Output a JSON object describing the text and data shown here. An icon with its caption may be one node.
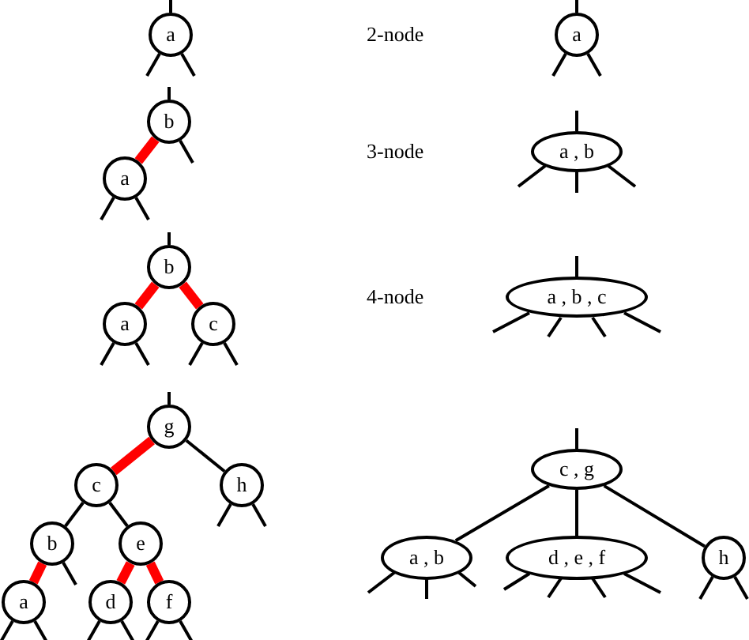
{
  "diagram": {
    "nodes": [
      {
        "text": [
          "a"
        ]
      },
      {
        "text": [
          "b"
        ]
      },
      {
        "text": [
          "a"
        ]
      },
      {
        "text": [
          "b"
        ]
      },
      {
        "text": [
          "a"
        ]
      },
      {
        "text": [
          "c"
        ]
      },
      {
        "text": [
          "g"
        ]
      },
      {
        "text": [
          "c"
        ]
      },
      {
        "text": [
          "h"
        ]
      },
      {
        "text": [
          "b"
        ]
      },
      {
        "text": [
          "e"
        ]
      },
      {
        "text": [
          "a"
        ]
      },
      {
        "text": [
          "d"
        ]
      },
      {
        "text": [
          "f"
        ]
      },
      {
        "text": [
          "a"
        ]
      },
      {
        "text": [
          "a , b"
        ]
      },
      {
        "text": [
          "a , b , c"
        ]
      },
      {
        "text": [
          "c , g"
        ]
      },
      {
        "text": [
          "a , b"
        ]
      },
      {
        "text": [
          "d , e , f"
        ]
      },
      {
        "text": [
          "h"
        ]
      }
    ],
    "edges": [
      {
        "from": 1,
        "to": 2,
        "arrow": "none"
      },
      {
        "from": 3,
        "to": 4,
        "arrow": "none"
      },
      {
        "from": 3,
        "to": 5,
        "arrow": "none"
      },
      {
        "from": 6,
        "to": 7,
        "arrow": "none"
      },
      {
        "from": 6,
        "to": 8,
        "arrow": "none",
        "color": "#000000"
      },
      {
        "from": 7,
        "to": 9,
        "arrow": "none",
        "color": "#000000"
      },
      {
        "from": 7,
        "to": 10,
        "arrow": "none",
        "color": "#000000"
      },
      {
        "from": 9,
        "to": 11,
        "arrow": "none"
      },
      {
        "from": 10,
        "to": 12,
        "arrow": "none"
      },
      {
        "from": 10,
        "to": 13,
        "arrow": "none"
      },
      {
        "from": 17,
        "to": 18,
        "arrow": "none",
        "color": "#000000"
      },
      {
        "from": 17,
        "to": 19,
        "arrow": "none",
        "color": "#000000"
      },
      {
        "from": 17,
        "to": 20,
        "arrow": "none",
        "color": "#000000"
      }
    ],
    "labels": [
      "2-node",
      "3-node",
      "4-node"
    ]
  }
}
